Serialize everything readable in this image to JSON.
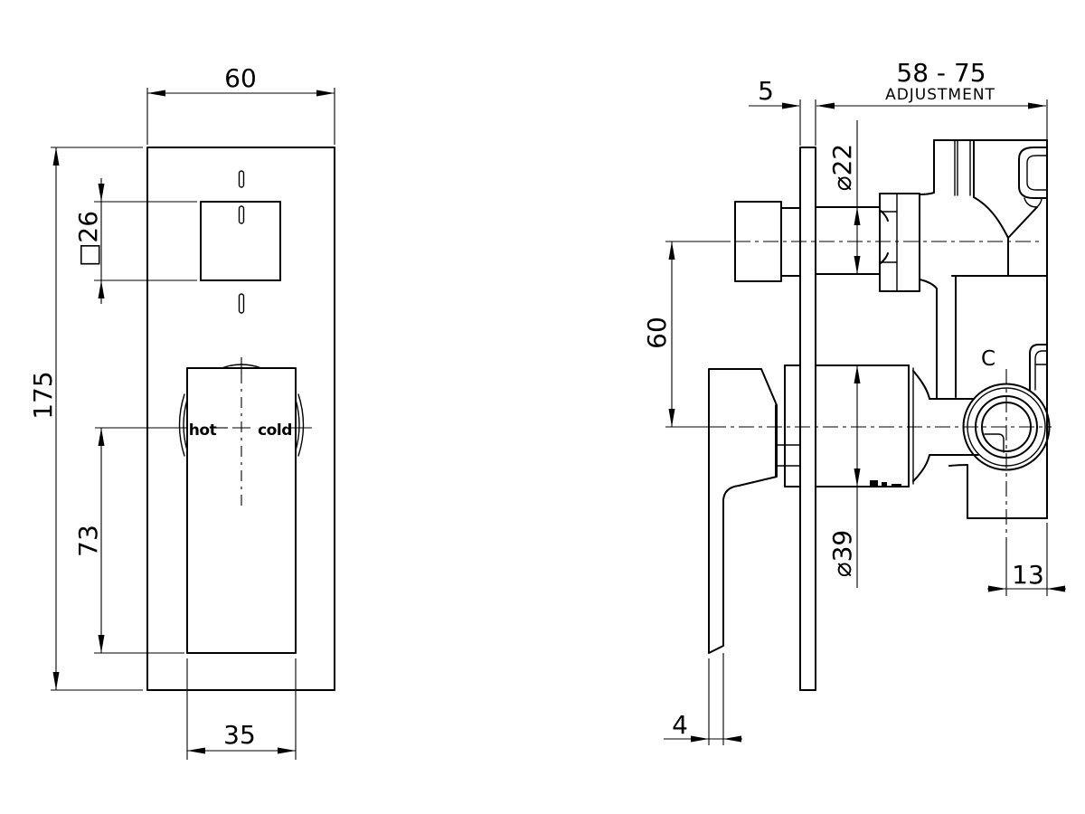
{
  "drawing": {
    "colors": {
      "line": "#000000",
      "background": "#ffffff"
    },
    "front": {
      "width": "60",
      "height": "175",
      "button_size": "□26",
      "handle_offset": "73",
      "handle_width": "35",
      "hot": "hot",
      "cold": "cold"
    },
    "side": {
      "plate_thickness": "5",
      "adjustment_range": "58 - 75",
      "adjustment_label": "ADJUSTMENT",
      "spindle_diameter": "⌀22",
      "port_spacing": "60",
      "body_diameter": "⌀39",
      "outlet_offset": "13",
      "handle_thickness": "4",
      "port_label": "C"
    }
  }
}
